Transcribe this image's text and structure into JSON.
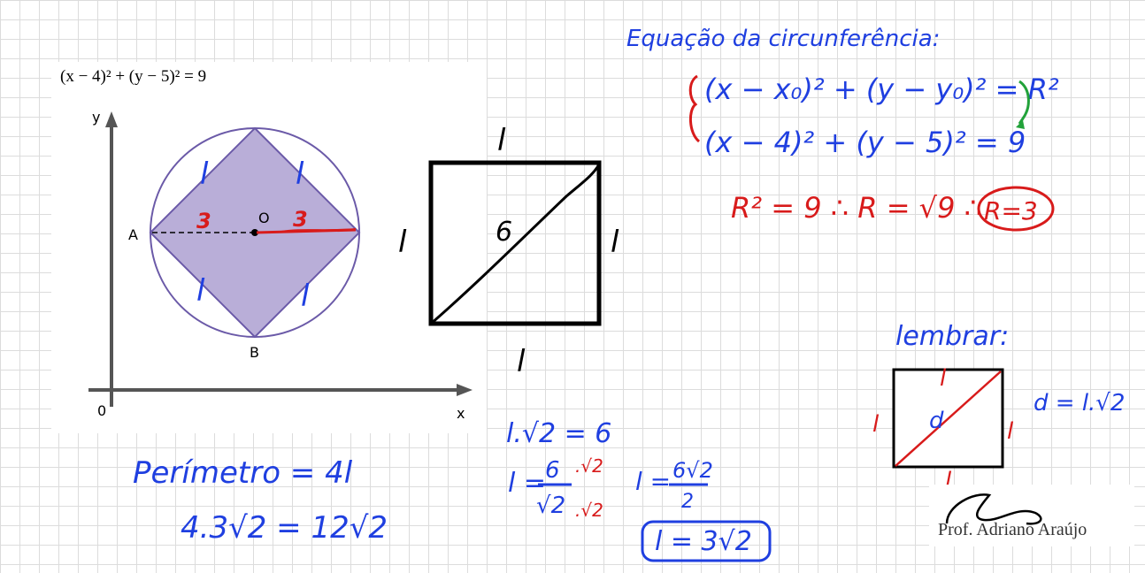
{
  "figure": {
    "equation_left": "(x − 4)² + (y − 5)² = 9",
    "axis_y_label": "y",
    "axis_x_label": "x",
    "origin_label": "0",
    "point_a": "A",
    "point_b": "B",
    "point_o": "O",
    "radius_left": "3",
    "radius_right": "3",
    "side_label": "l"
  },
  "square_sketch": {
    "side_label": "l",
    "diagonal_label": "6"
  },
  "notes": {
    "heading": "Equação da circunferência:",
    "general_equation": "(x − x₀)² + (y − y₀)² = R²",
    "specific_equation": "(x − 4)² + (y − 5)² = 9",
    "radius_work": "R² = 9 ∴ R = √9 ∴",
    "radius_result": "R=3",
    "remember": "lembrar:",
    "remember_formula": "d = l.√2",
    "remember_side": "l",
    "remember_diag": "d",
    "solve_line1": "l.√2 = 6",
    "solve_line2_num": "6",
    "solve_line2_den": "√2",
    "solve_mult": ".√2",
    "solve_frac_num": "6√2",
    "solve_frac_den": "2",
    "solve_result": "l = 3√2",
    "perimeter_line1": "Perímetro = 4l",
    "perimeter_line2": "4.3√2 = 12√2"
  },
  "signature": {
    "name": "Prof. Adriano Araújo"
  },
  "colors": {
    "blue_ink": "#1f3fe0",
    "red_ink": "#d81b1b",
    "green_ink": "#22a23a",
    "shape_fill": "#b9aed8",
    "shape_stroke": "#6b5aa8"
  }
}
